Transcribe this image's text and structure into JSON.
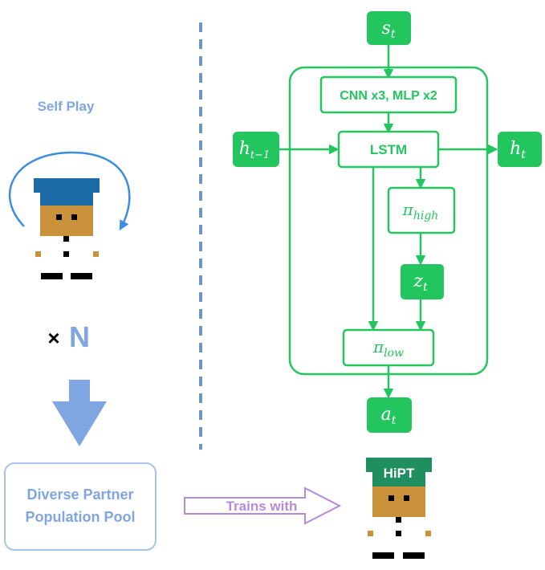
{
  "left": {
    "self_play_label": "Self Play",
    "times_symbol": "×",
    "multiplier": "N",
    "pool_line1": "Diverse Partner",
    "pool_line2": "Population Pool",
    "trains_with": "Trains with",
    "hipt_label": "HiPT"
  },
  "network": {
    "state": "s",
    "state_sub": "t",
    "encoder": "CNN x3, MLP x2",
    "prev_hidden": "h",
    "prev_hidden_sub": "t−1",
    "lstm": "LSTM",
    "next_hidden": "h",
    "next_hidden_sub": "t",
    "pi_high": "π",
    "pi_high_sub": "high",
    "latent": "z",
    "latent_sub": "t",
    "pi_low": "π",
    "pi_low_sub": "low",
    "action": "a",
    "action_sub": "t"
  },
  "colors": {
    "green": "#22c55e",
    "dark_green": "#1f8f5f",
    "light_blue": "#7fa6e0",
    "loop_blue": "#3a8de0",
    "hat_blue": "#1b6aa5",
    "skin": "#c9913a",
    "purple": "#b88ad8"
  }
}
